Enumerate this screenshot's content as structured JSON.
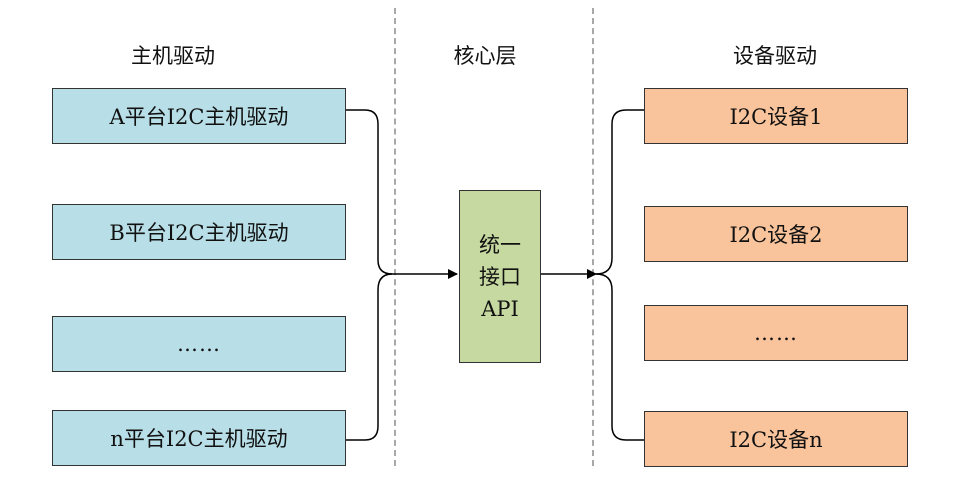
{
  "columns": {
    "host_title": "主机驱动",
    "core_title": "核心层",
    "device_title": "设备驱动"
  },
  "host_drivers": [
    "A平台I2C主机驱动",
    "B平台I2C主机驱动",
    "……",
    "n平台I2C主机驱动"
  ],
  "core": {
    "line1": "统一",
    "line2": "接口",
    "line3": "API"
  },
  "device_drivers": [
    "I2C设备1",
    "I2C设备2",
    "……",
    "I2C设备n"
  ],
  "colors": {
    "host_fill": "#b8dfe8",
    "device_fill": "#f9c49b",
    "core_fill": "#c6d9a0",
    "line": "#000000",
    "divider": "#a8a8a8"
  }
}
